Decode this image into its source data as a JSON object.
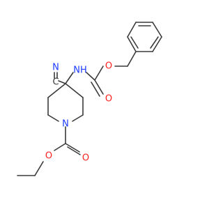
{
  "molecule": {
    "atoms": {
      "nitrile_c": "C",
      "nitrile_n": "N",
      "carbamate_nh": "NH",
      "carbamate_o_ether": "O",
      "carbamate_o_carbonyl": "O",
      "ring_n": "N",
      "ester_o_ether": "O",
      "ester_o_carbonyl": "O"
    },
    "colors": {
      "bond": "#3a3a3a",
      "carbon": "#3a3a3a",
      "nitrogen": "#1e3cff",
      "oxygen": "#ff2020"
    }
  }
}
